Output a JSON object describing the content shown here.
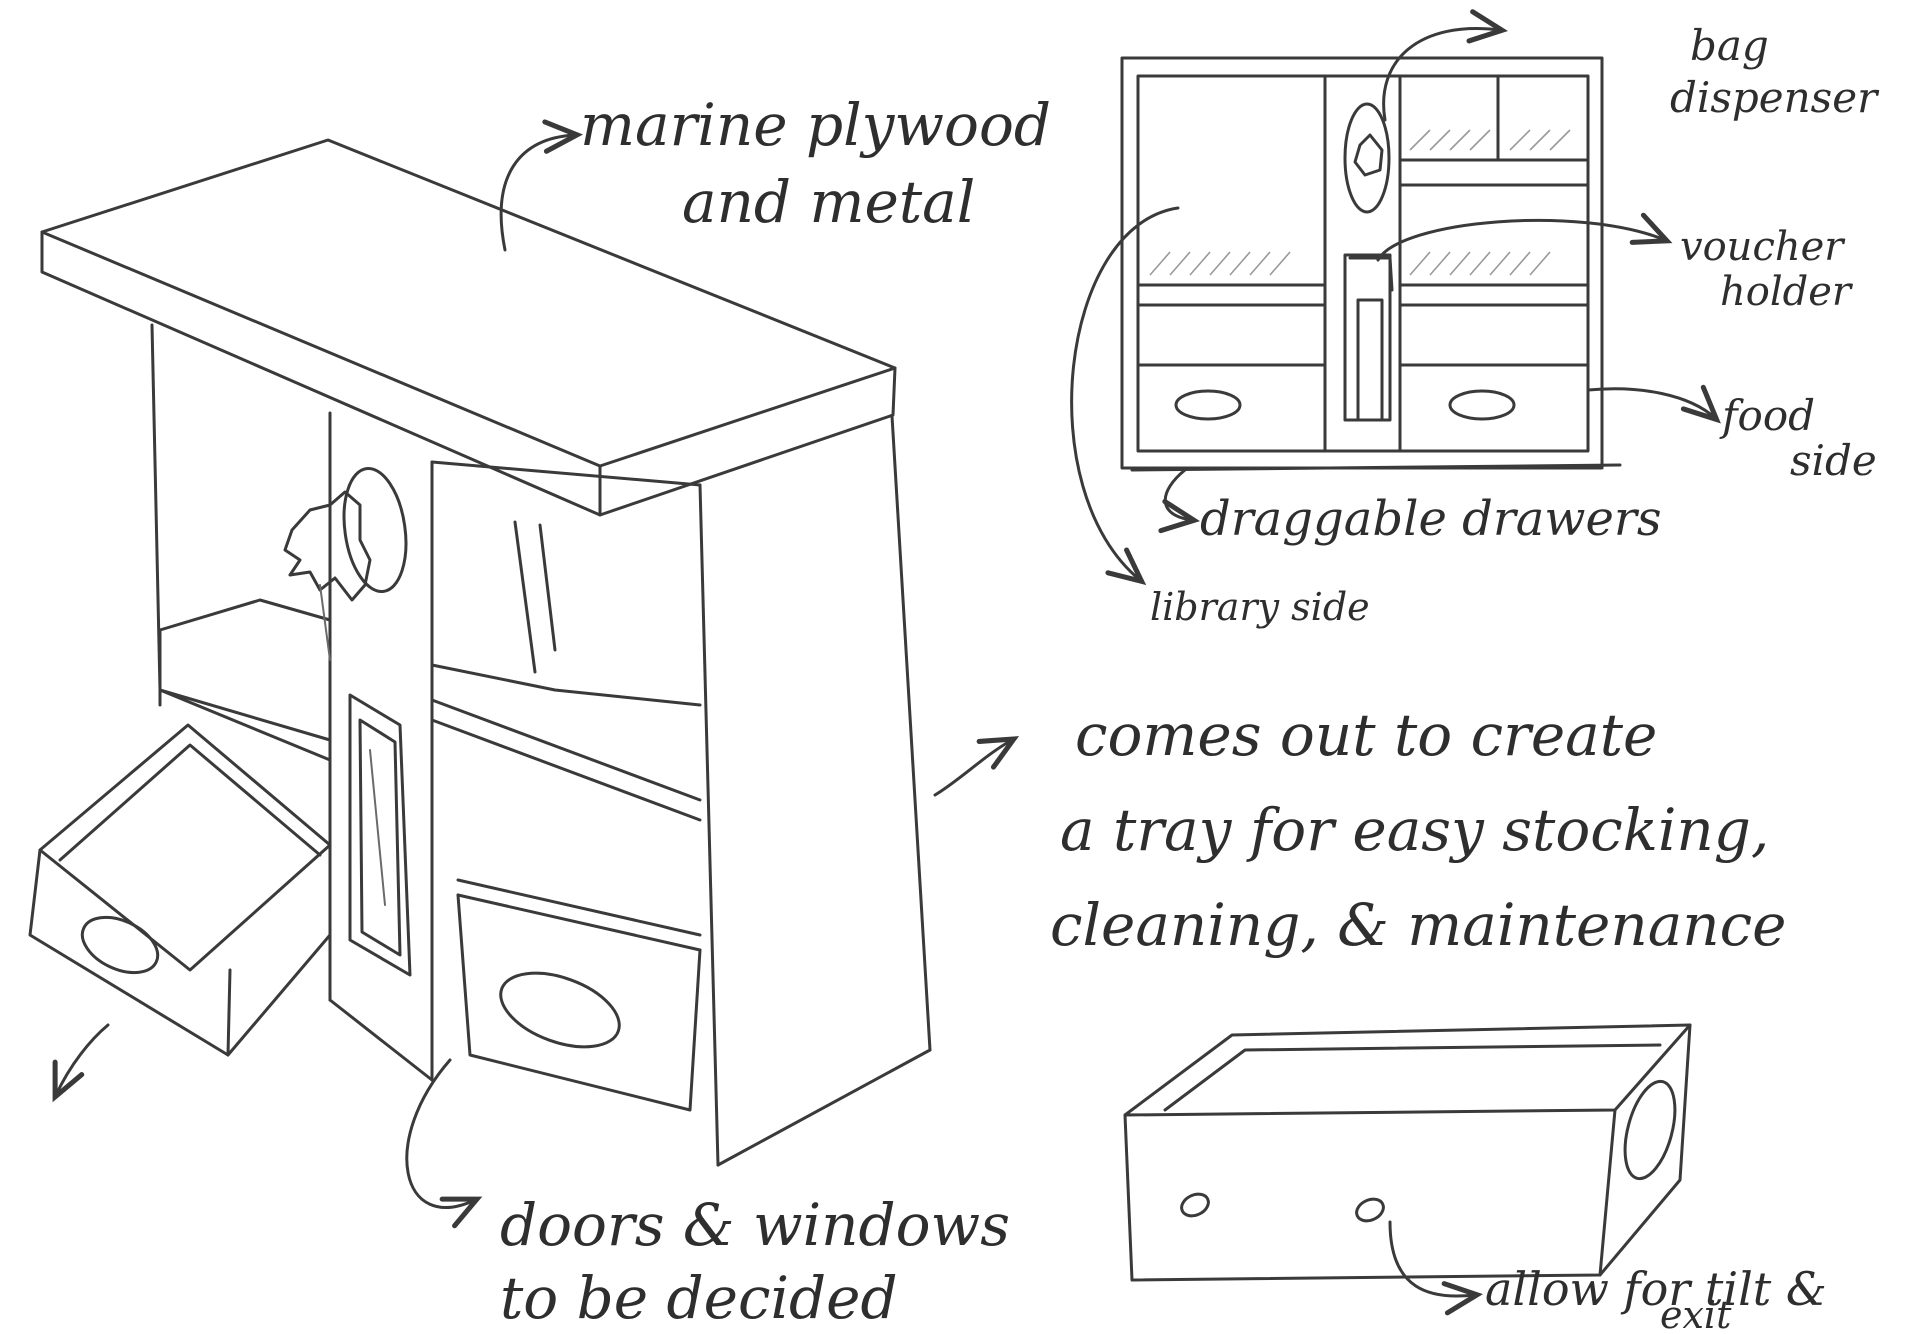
{
  "notes": {
    "material_l1": "marine plywood",
    "material_l2": "and metal",
    "bag_l1": "bag",
    "bag_l2": "dispenser",
    "voucher_l1": "voucher",
    "voucher_l2": "holder",
    "food_l1": "food",
    "food_l2": "side",
    "drawers": "draggable drawers",
    "library": "library side",
    "tray_l1": "comes out to create",
    "tray_l2": "a tray for easy stocking,",
    "tray_l3": "cleaning, & maintenance",
    "doors_l1": "doors & windows",
    "doors_l2": "to be decided",
    "tilt_l1": "allow for tilt &",
    "tilt_l2": "exit"
  },
  "colors": {
    "ink": "#3a3a3a",
    "paper": "#ffffff"
  }
}
